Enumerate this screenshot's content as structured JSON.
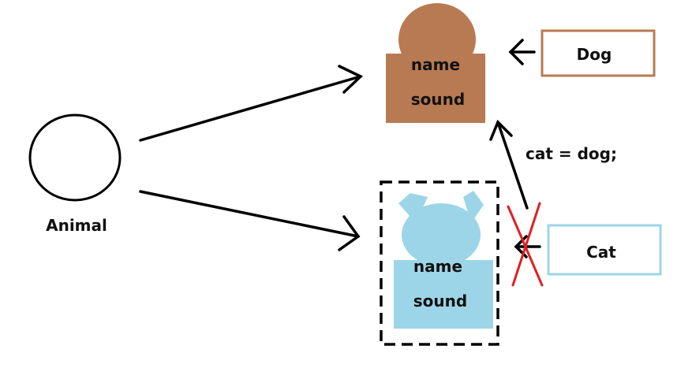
{
  "animal": {
    "label": "Animal"
  },
  "dog_object": {
    "field1": "name",
    "field2": "sound",
    "color": "#b87a52"
  },
  "cat_object": {
    "field1": "name",
    "field2": "sound",
    "color": "#9cd5e8"
  },
  "dog_ref": {
    "label": "Dog",
    "border_color": "#b87a52"
  },
  "cat_ref": {
    "label": "Cat",
    "border_color": "#9cd5e8"
  },
  "assignment": {
    "text": "cat = dog;"
  },
  "cross_color": "#e02020"
}
